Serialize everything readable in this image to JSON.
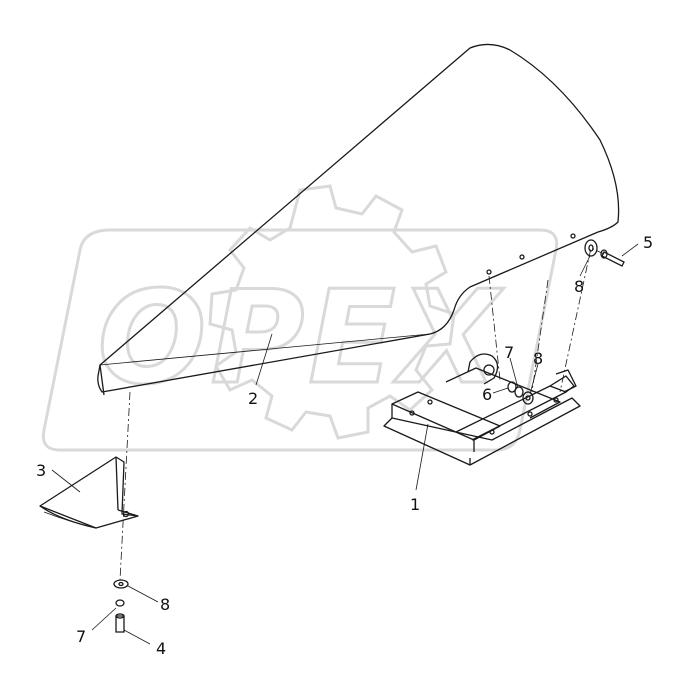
{
  "watermark": {
    "text": "OPEX"
  },
  "callouts": {
    "c1": "1",
    "c2": "2",
    "c3": "3",
    "c4": "4",
    "c5": "5",
    "c6": "6",
    "c7a": "7",
    "c7b": "7",
    "c8a": "8",
    "c8b": "8",
    "c8c": "8"
  },
  "colors": {
    "line": "#1a1a1a",
    "watermark": "#d9d9d9",
    "paper": "#ffffff"
  }
}
